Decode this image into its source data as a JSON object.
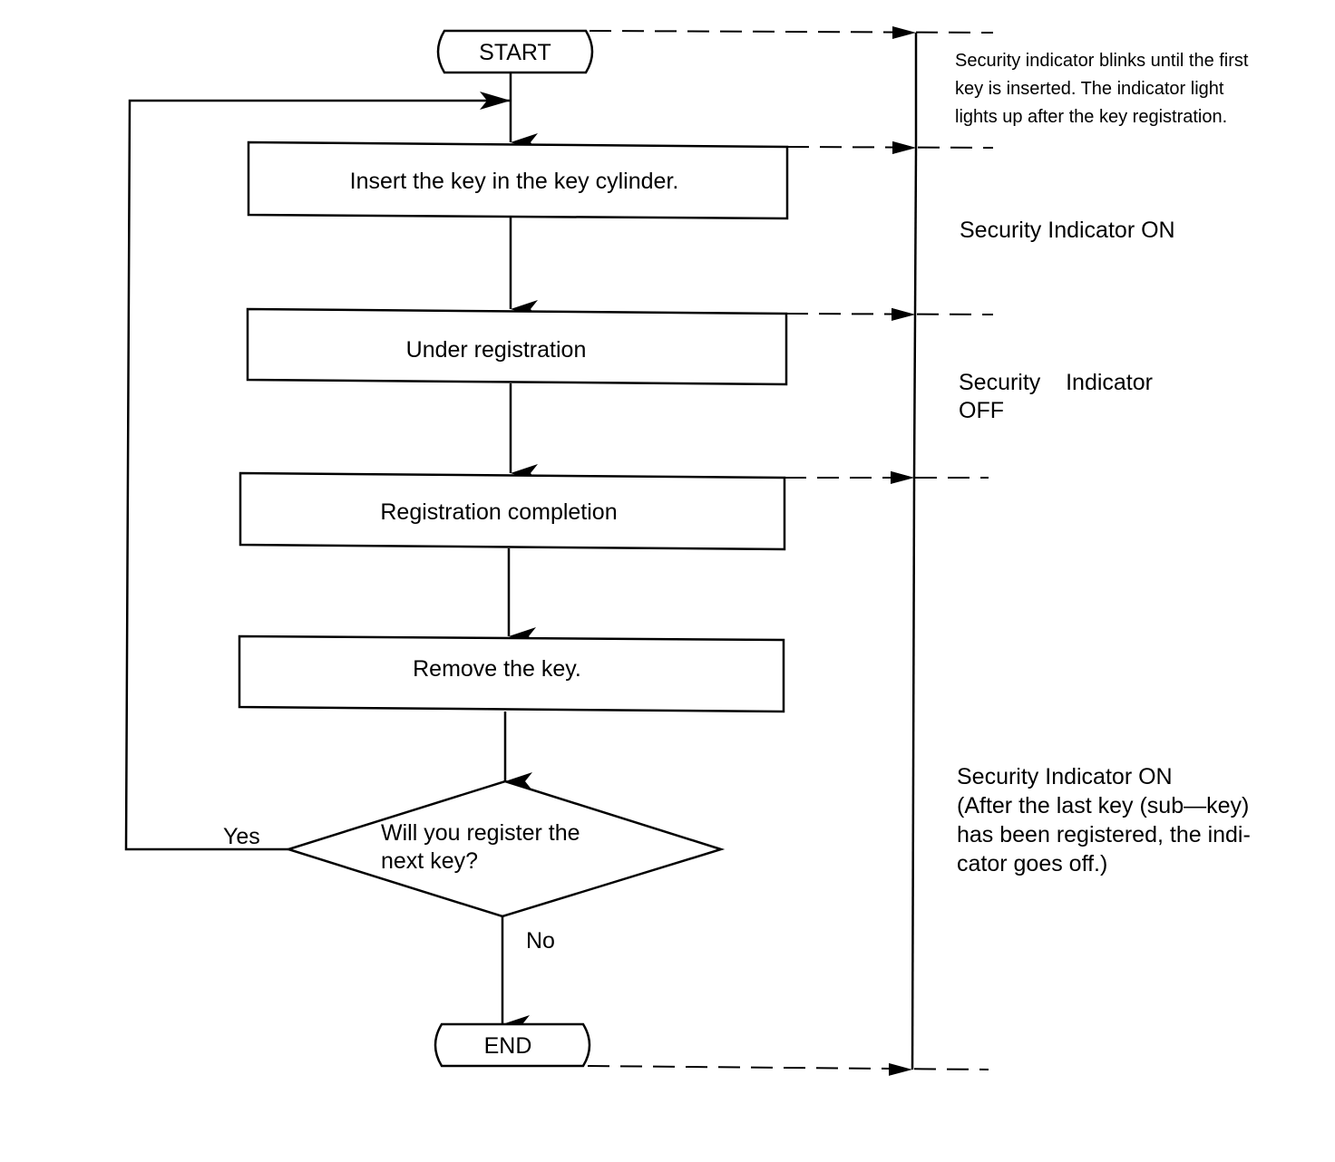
{
  "nodes": {
    "start": "START",
    "insert_key": "Insert the key in the key cylinder.",
    "under_registration": "Under registration",
    "registration_completion": "Registration completion",
    "remove_key": "Remove the key.",
    "decision_line1": "Will you register the",
    "decision_line2": "next key?",
    "end": "END"
  },
  "branches": {
    "yes": "Yes",
    "no": "No"
  },
  "notes": {
    "phase1": {
      "line1": "Security indicator blinks until the first",
      "line2": "key is inserted. The indicator light",
      "line3": "lights up after the key registration."
    },
    "phase2": "Security Indicator ON",
    "phase3": {
      "line1": "Security    Indicator",
      "line2": "OFF"
    },
    "phase4": {
      "line1": "Security Indicator ON",
      "line2": "(After the last key (sub—key)",
      "line3": "has been registered, the indi-",
      "line4": "cator goes off.)"
    }
  }
}
